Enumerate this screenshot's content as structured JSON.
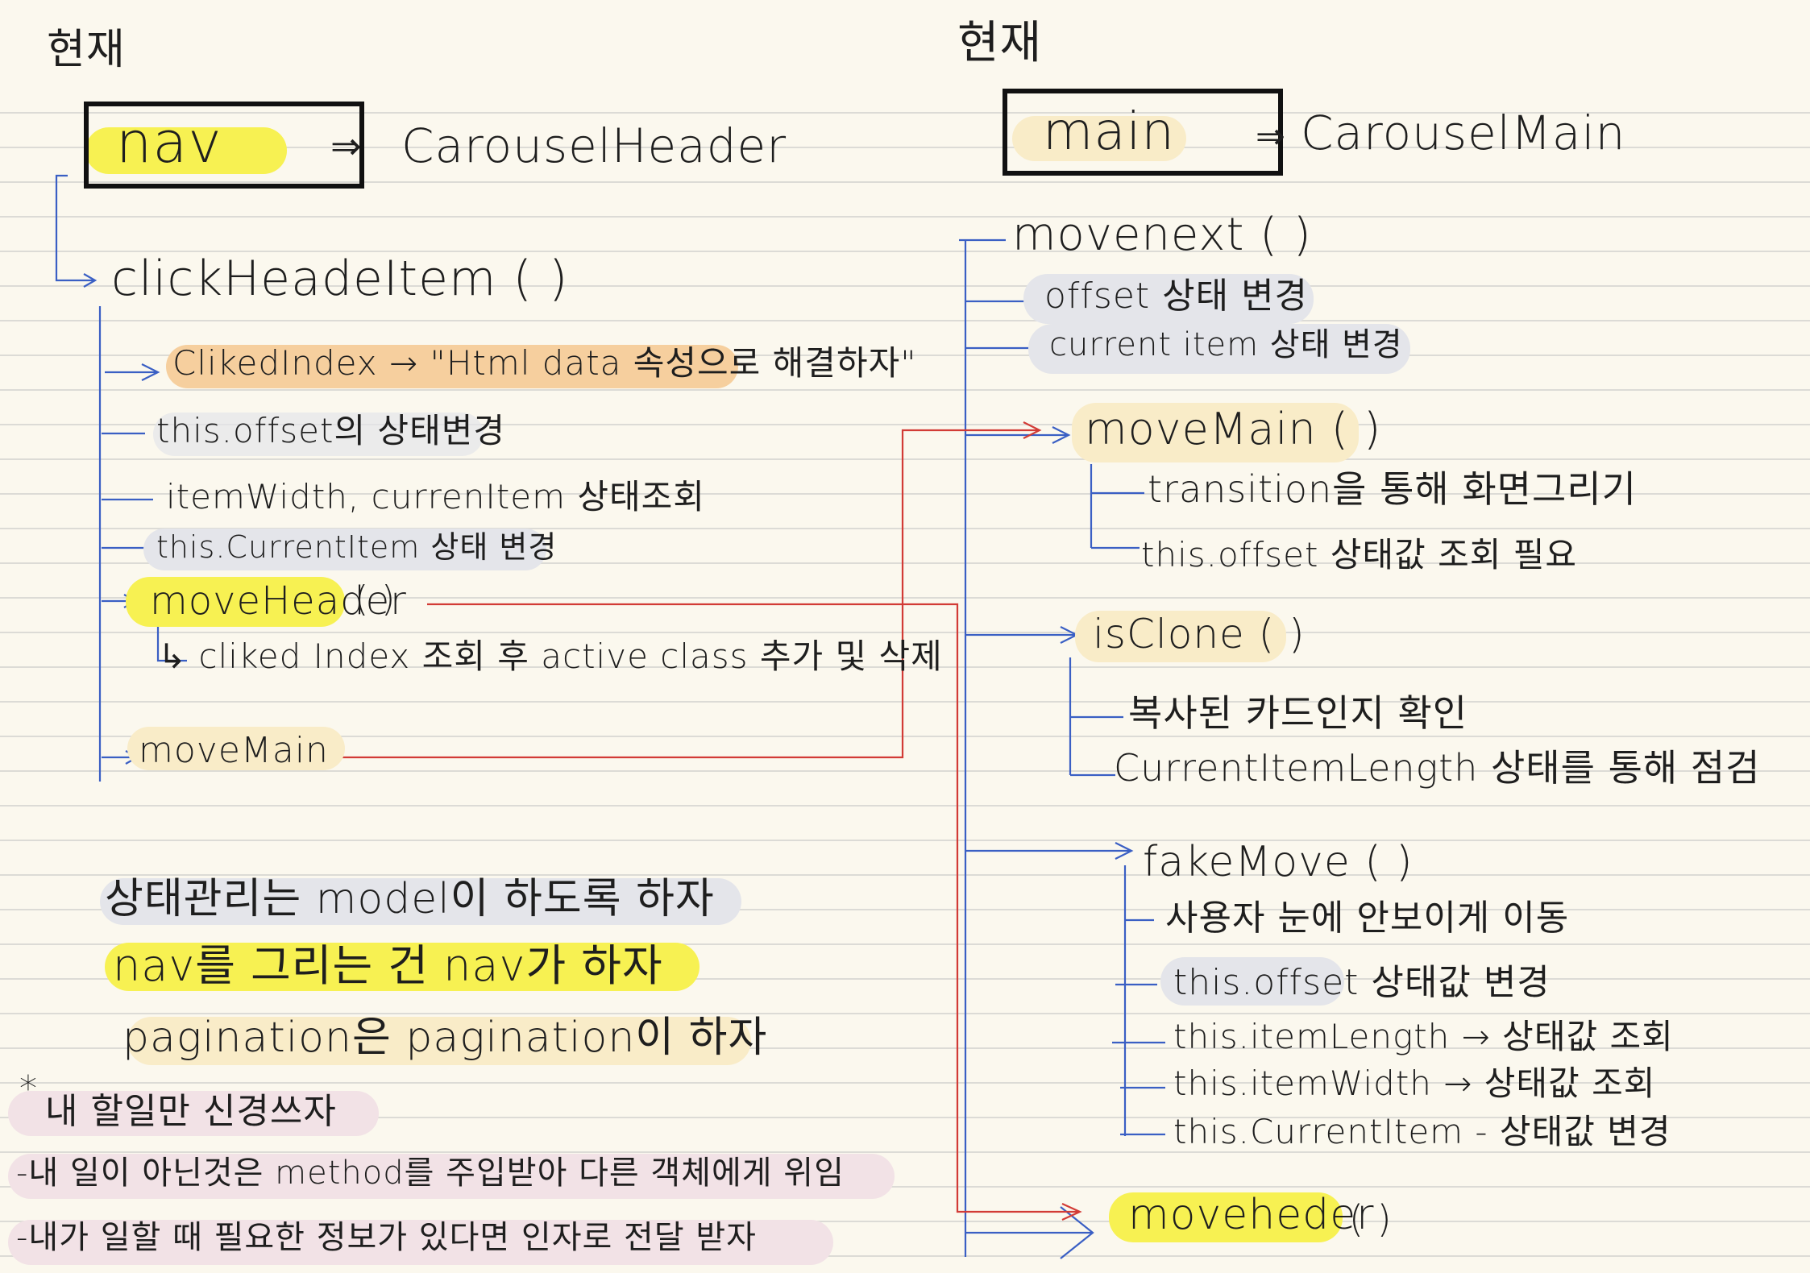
{
  "left": {
    "heading": "현재",
    "box_label": "nav",
    "box_arrow": "⇒",
    "box_target": "CarouselHeader",
    "method": "clickHeadeItem ( )",
    "steps": [
      "ClikedIndex → \"Html data 속성으로 해결하자\"",
      "this.offset의 상태변경",
      "itemWidth, currenItem 상태조회",
      "this.CurrentItem 상태 변경"
    ],
    "move_header": "moveHeader",
    "move_header_parens": "( )",
    "move_header_sub": "↳ cliked Index 조회 후 active class 추가 및 삭제",
    "move_main": "moveMain"
  },
  "notes": {
    "lines": [
      "상태관리는 model이 하도록 하자",
      "nav를 그리는 건 nav가 하자",
      "pagination은 pagination이 하자"
    ],
    "star": "*",
    "principles": [
      "내 할일만 신경쓰자",
      "-내 일이 아닌것은 method를 주입받아 다른 객체에게 위임",
      "-내가 일할 때 필요한 정보가 있다면 인자로 전달 받자"
    ]
  },
  "right": {
    "heading": "현재",
    "box_label": "main",
    "box_arrow": "⇒",
    "box_target": "CarouselMain",
    "method": "movenext ( )",
    "next_steps": [
      "offset 상태 변경",
      "current item 상태 변경"
    ],
    "move_main": "moveMain ( )",
    "move_main_steps": [
      "transition을 통해 화면그리기",
      "this.offset 상태값 조회 필요"
    ],
    "is_clone": "isClone ( )",
    "is_clone_steps": [
      "복사된 카드인지 확인",
      "CurrentItemLength 상태를 통해 점검"
    ],
    "fake_move": "fakeMove ( )",
    "fake_move_steps": [
      "사용자 눈에 안보이게 이동",
      "this.offset 상태값 변경",
      "this.itemLength → 상태값 조회",
      "this.itemWidth → 상태값 조회",
      "this.CurrentItem - 상태값 변경"
    ],
    "move_header": "moveheder",
    "move_header_parens": "( )"
  },
  "colors": {
    "paper": "#fbf8ee",
    "ruled_line": "#dcdbd6",
    "highlight_yellow": "#f7f152",
    "highlight_orange": "#f6cf9e",
    "highlight_gray": "#e4e5ea",
    "highlight_cream": "#f9ecc8",
    "highlight_pink": "#f2e2e6",
    "ink": "#1e1e1e",
    "tree_blue": "#3a5fc4",
    "link_red": "#d23b36"
  }
}
